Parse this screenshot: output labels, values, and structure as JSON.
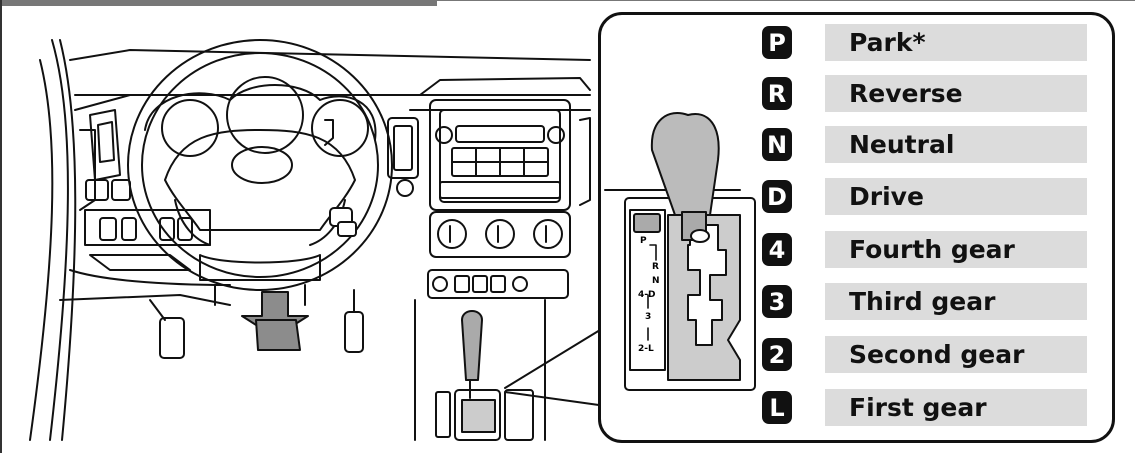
{
  "gears": [
    {
      "letter": "P",
      "name": "Park*"
    },
    {
      "letter": "R",
      "name": "Reverse"
    },
    {
      "letter": "N",
      "name": "Neutral"
    },
    {
      "letter": "D",
      "name": "Drive"
    },
    {
      "letter": "4",
      "name": "Fourth gear"
    },
    {
      "letter": "3",
      "name": "Third gear"
    },
    {
      "letter": "2",
      "name": "Second gear"
    },
    {
      "letter": "L",
      "name": "First gear"
    }
  ],
  "shift_gate": {
    "p": "P",
    "r": "R",
    "n": "N",
    "four_d": "4-D",
    "three": "3",
    "two_l": "2-L"
  },
  "colors": {
    "badge": "#111111",
    "label_bg": "#dcdcdc",
    "line": "#111111",
    "arrow": "#8c8c8c"
  }
}
